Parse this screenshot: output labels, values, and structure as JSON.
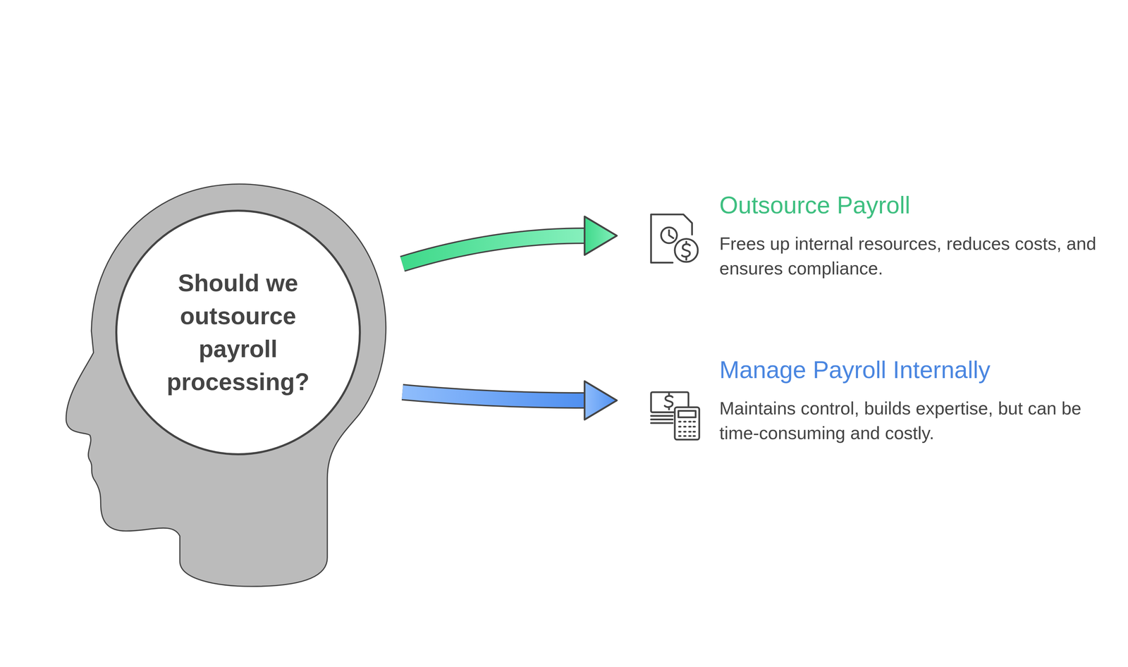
{
  "diagram": {
    "nodes": [
      {
        "text": [
          "Should we outsource payroll processing?"
        ]
      },
      {
        "text": [
          "Outsource Payroll",
          "Frees up internal resources, reduces costs, and ensures compliance."
        ]
      },
      {
        "text": [
          "Manage Payroll Internally",
          "Maintains control, builds expertise, but can be time-consuming and costly."
        ]
      }
    ],
    "edges": [
      {
        "from": 0,
        "to": 1,
        "arrow": "to"
      },
      {
        "from": 0,
        "to": 2,
        "arrow": "to"
      }
    ]
  }
}
